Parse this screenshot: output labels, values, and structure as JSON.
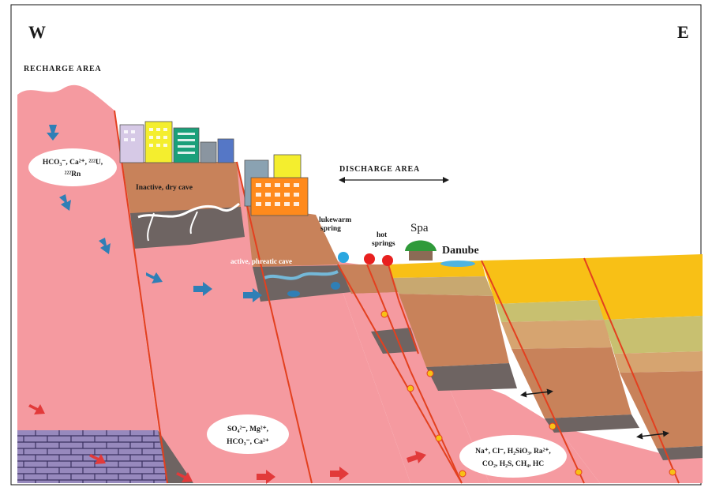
{
  "compass": {
    "west": "W",
    "east": "E"
  },
  "areas": {
    "recharge": "RECHARGE AREA",
    "discharge": "DISCHARGE AREA"
  },
  "features": {
    "inactive_cave": "Inactive, dry cave",
    "active_cave": "active, phreatic cave",
    "lukewarm_spring": [
      "lukewarm",
      "spring"
    ],
    "hot_springs": [
      "hot",
      "springs"
    ],
    "spa": "Spa",
    "danube": "Danube"
  },
  "water_types": {
    "recharge": [
      "HCO₃⁻, Ca²⁺, ²²²U,",
      "²²²Rn"
    ],
    "mixed": [
      "SO₄²⁻, Mg²⁺,",
      "HCO₃⁻, Ca²⁺"
    ],
    "deep": [
      "Na⁺, Cl⁻, H₂SiO₃, Ra²⁺,",
      "CO₂, H₂S, CH₄, HC"
    ]
  },
  "colors": {
    "limestone": "#f59aa0",
    "cave_brown": "#c8825a",
    "dark_rock": "#6e6462",
    "sediment_yellow": "#f8c016",
    "sediment_olive": "#c8c070",
    "fault_red": "#e3401f",
    "arrow_blue": "#2f7fb6",
    "arrow_red": "#e23a3a",
    "basement_purple": "#9789bd"
  }
}
